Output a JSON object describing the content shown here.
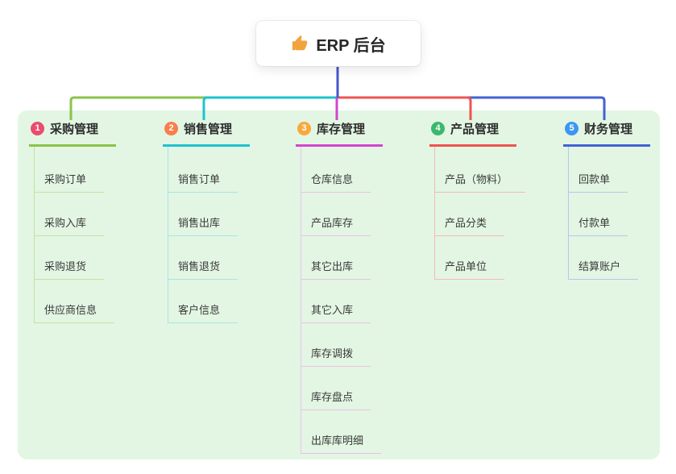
{
  "root": {
    "label": "ERP 后台",
    "icon": "thumbs-up-icon",
    "icon_color": "#f2a33c"
  },
  "colors": {
    "panel_bg": "#e2f6e3",
    "root_line": "#4656cc"
  },
  "branches": [
    {
      "num": "1",
      "label": "采购管理",
      "badge_color": "#ea4c6d",
      "line_color": "#8bc34a",
      "child_line_color": "#c4e3a0",
      "children": [
        "采购订单",
        "采购入库",
        "采购退货",
        "供应商信息"
      ]
    },
    {
      "num": "2",
      "label": "销售管理",
      "badge_color": "#f97e4c",
      "line_color": "#1ec3cf",
      "child_line_color": "#a8e4e8",
      "children": [
        "销售订单",
        "销售出库",
        "销售退货",
        "客户信息"
      ]
    },
    {
      "num": "3",
      "label": "库存管理",
      "badge_color": "#f9a93c",
      "line_color": "#d444cf",
      "child_line_color": "#edc0ea",
      "children": [
        "仓库信息",
        "产品库存",
        "其它出库",
        "其它入库",
        "库存调拨",
        "库存盘点",
        "出库库明细"
      ]
    },
    {
      "num": "4",
      "label": "产品管理",
      "badge_color": "#3cb86c",
      "line_color": "#ef5350",
      "child_line_color": "#f6b9b8",
      "children": [
        "产品（物料）",
        "产品分类",
        "产品单位"
      ]
    },
    {
      "num": "5",
      "label": "财务管理",
      "badge_color": "#3d97f1",
      "line_color": "#4262d6",
      "child_line_color": "#b9c6ee",
      "children": [
        "回款单",
        "付款单",
        "结算账户"
      ]
    }
  ]
}
